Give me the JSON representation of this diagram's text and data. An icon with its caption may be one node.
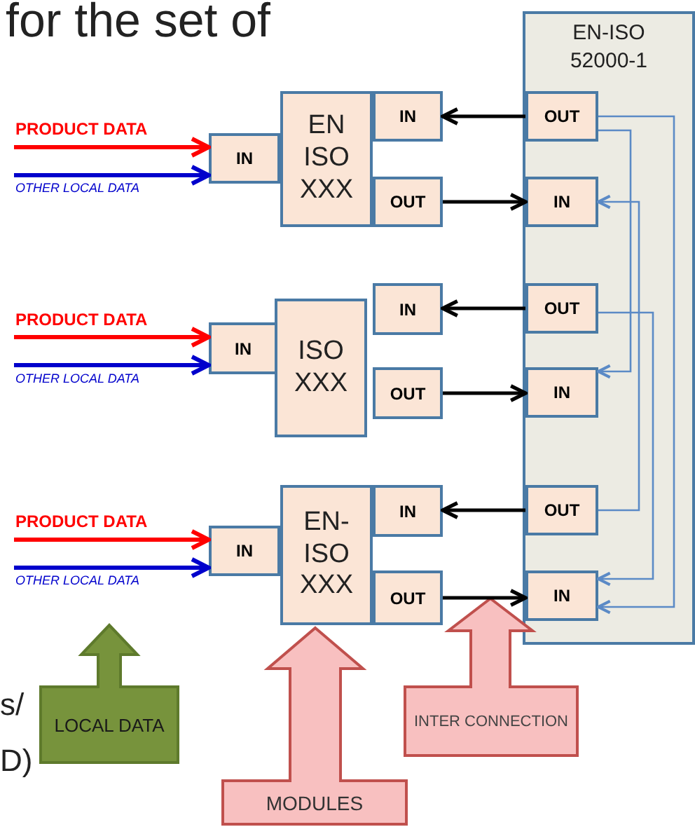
{
  "diagram": {
    "nodes": [
      {
        "text": [
          "EN-ISO 52000-1"
        ]
      },
      {
        "text": [
          "OUT"
        ],
        "in": 0
      },
      {
        "text": [
          "IN"
        ],
        "in": 0
      },
      {
        "text": [
          "OUT"
        ],
        "in": 0
      },
      {
        "text": [
          "IN"
        ],
        "in": 0
      },
      {
        "text": [
          "OUT"
        ],
        "in": 0
      },
      {
        "text": [
          "IN"
        ],
        "in": 0
      },
      {
        "text": [
          "EN ISO XXX"
        ]
      },
      {
        "text": [
          "IN"
        ]
      },
      {
        "text": [
          "IN"
        ]
      },
      {
        "text": [
          "OUT"
        ]
      },
      {
        "text": [
          "ISO XXX"
        ]
      },
      {
        "text": [
          "IN"
        ]
      },
      {
        "text": [
          "IN"
        ]
      },
      {
        "text": [
          "OUT"
        ]
      },
      {
        "text": [
          "EN- ISO XXX"
        ]
      },
      {
        "text": [
          "IN"
        ]
      },
      {
        "text": [
          "IN"
        ]
      },
      {
        "text": [
          "OUT"
        ]
      },
      {
        "text": [
          "LOCAL DATA"
        ]
      },
      {
        "text": [
          "MODULES"
        ]
      },
      {
        "text": [
          "INTER CONNECTION"
        ]
      }
    ],
    "edges": [
      {
        "from": 1,
        "to": 9,
        "arrow": "to"
      },
      {
        "from": 10,
        "to": 2,
        "arrow": "to"
      },
      {
        "from": 3,
        "to": 13,
        "arrow": "to"
      },
      {
        "from": 14,
        "to": 4,
        "arrow": "to"
      },
      {
        "from": 5,
        "to": 17,
        "arrow": "to"
      },
      {
        "from": 18,
        "to": 6,
        "arrow": "to"
      },
      {
        "from": 1,
        "to": 4,
        "arrow": "to",
        "color": "#5b8ac6"
      },
      {
        "from": 1,
        "to": 6,
        "arrow": "to",
        "color": "#5b8ac6"
      },
      {
        "from": 3,
        "to": 6,
        "arrow": "to",
        "color": "#5b8ac6"
      },
      {
        "from": 5,
        "to": 2,
        "arrow": "to",
        "color": "#5b8ac6"
      },
      {
        "from": null,
        "to": 8,
        "arrow": "to",
        "label": "PRODUCT DATA",
        "color": "#ff0000"
      },
      {
        "from": null,
        "to": 8,
        "arrow": "to",
        "label": "OTHER LOCAL DATA",
        "color": "#0000cc"
      },
      {
        "from": null,
        "to": 12,
        "arrow": "to",
        "label": "PRODUCT DATA",
        "color": "#ff0000"
      },
      {
        "from": null,
        "to": 12,
        "arrow": "to",
        "label": "OTHER LOCAL DATA",
        "color": "#0000cc"
      },
      {
        "from": null,
        "to": 16,
        "arrow": "to",
        "label": "PRODUCT DATA",
        "color": "#ff0000"
      },
      {
        "from": null,
        "to": 16,
        "arrow": "to",
        "label": "OTHER LOCAL DATA",
        "color": "#0000cc"
      }
    ],
    "labels": [
      "for the set of",
      "s/",
      "D)"
    ]
  }
}
